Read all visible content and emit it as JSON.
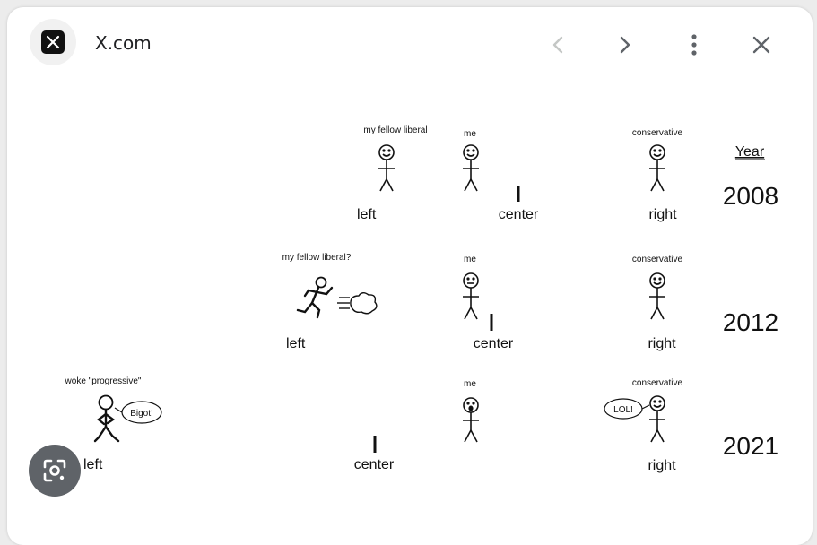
{
  "header": {
    "site_name": "X.com",
    "logo_icon": "x-logo-icon",
    "back_icon": "chevron-left-icon",
    "forward_icon": "chevron-right-icon",
    "menu_icon": "more-vert-icon",
    "close_icon": "close-icon"
  },
  "meme": {
    "year_heading": "Year",
    "rows": [
      {
        "year": "2008",
        "left_label": "left",
        "center_label": "center",
        "right_label": "right",
        "liberal_caption": "my fellow liberal",
        "me_caption": "me",
        "conservative_caption": "conservative"
      },
      {
        "year": "2012",
        "left_label": "left",
        "center_label": "center",
        "right_label": "right",
        "liberal_caption": "my fellow liberal?",
        "me_caption": "me",
        "conservative_caption": "conservative"
      },
      {
        "year": "2021",
        "left_label": "left",
        "center_label": "center",
        "right_label": "right",
        "liberal_caption": "woke \"progressive\"",
        "me_caption": "me",
        "conservative_caption": "conservative",
        "liberal_speech": "Bigot!",
        "conservative_speech": "LOL!"
      }
    ],
    "colors": {
      "left": "#3b6fd8",
      "right": "#e83a3a"
    }
  },
  "lens": {
    "icon": "lens-search-icon"
  }
}
